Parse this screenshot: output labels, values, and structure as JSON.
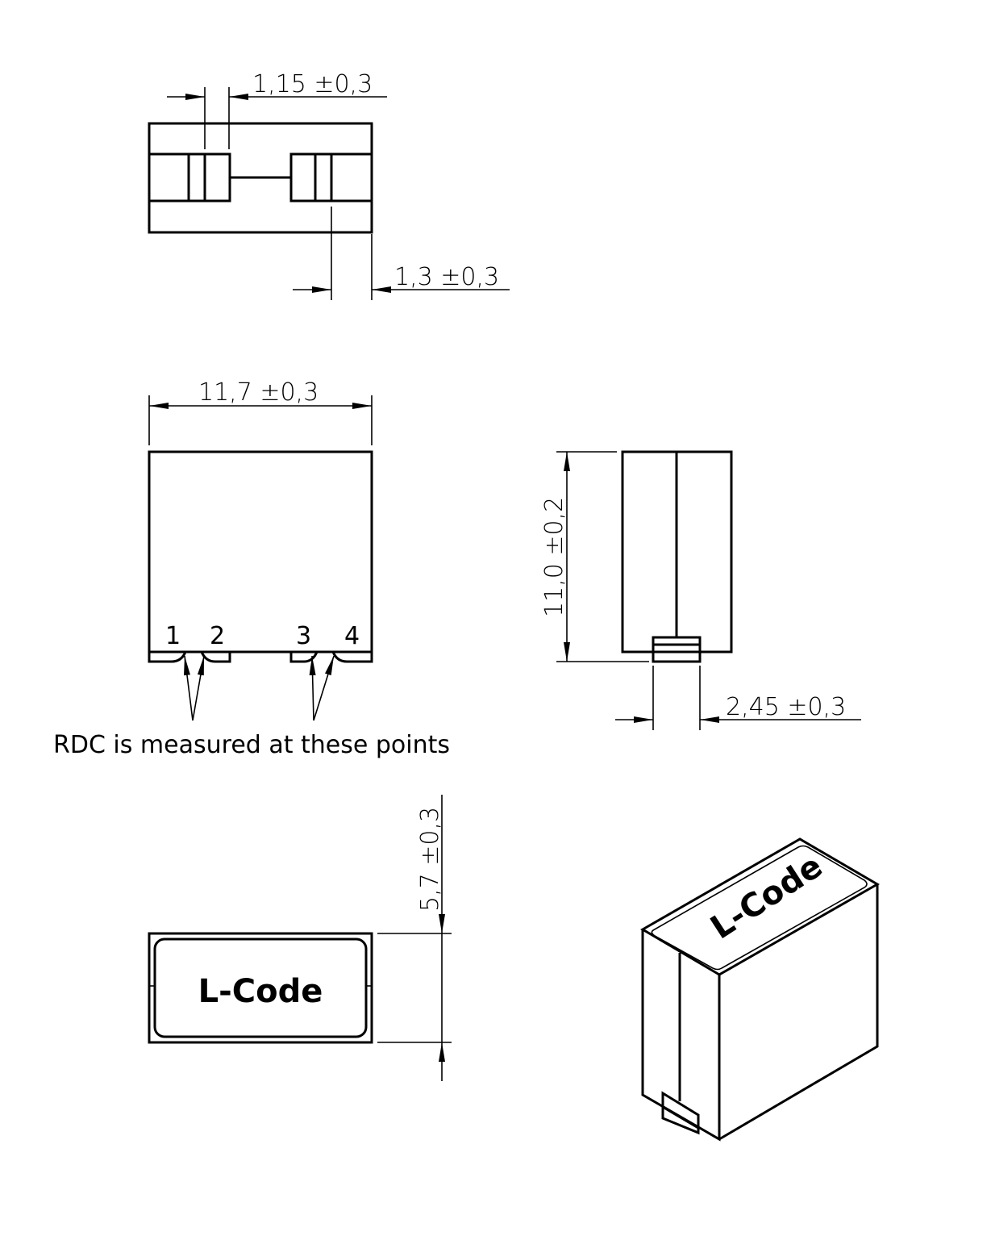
{
  "dimensions": {
    "terminal_width": "1,15 ±0,3",
    "terminal_offset": "1,3 ±0,3",
    "length": "11,7 ±0,3",
    "height": "11,0 ±0,2",
    "pad_width": "2,45 ±0,3",
    "width": "5,7 ±0,3"
  },
  "pins": [
    "1",
    "2",
    "3",
    "4"
  ],
  "note": "RDC is measured at these points",
  "marking": "L-Code"
}
